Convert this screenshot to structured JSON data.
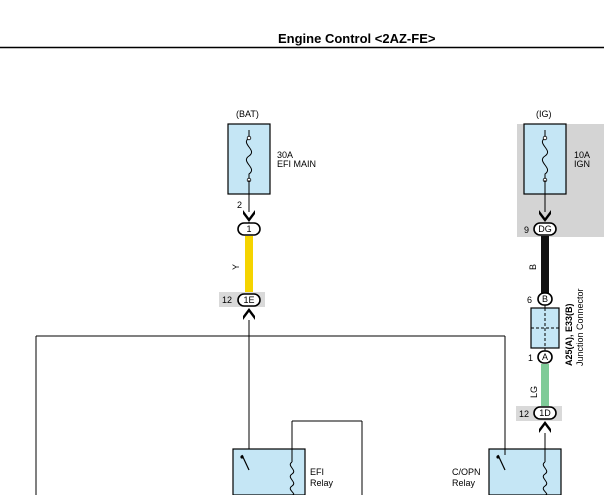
{
  "title": "Engine Control <2AZ-FE>",
  "colors": {
    "fuse_fill": "#c5e6f5",
    "shade": "#d4d4d4",
    "wire_yellow": "#f5d400",
    "wire_black": "#111111",
    "wire_lightgreen": "#7fcb98",
    "terminal_fill": "#d9d9d9",
    "line": "#000000"
  },
  "fuses": {
    "main": {
      "source": "(BAT)",
      "rating": "30A",
      "name": "EFI MAIN",
      "icon": "fuse-icon"
    },
    "ign": {
      "source": "(IG)",
      "rating": "10A",
      "name": "IGN",
      "icon": "fuse-icon"
    }
  },
  "pins": {
    "efi_main_out": "2",
    "conn_1_pin": "1",
    "conn_1e_pin": "12",
    "conn_1e": "1E",
    "ign_out_pin": "9",
    "conn_dg": "DG",
    "conn_b_pin": "6",
    "conn_b": "B",
    "conn_a_pin": "1",
    "conn_a": "A",
    "conn_1d_pin": "12",
    "conn_1d": "1D"
  },
  "wires": {
    "left_color": "Y",
    "right_top_color": "B",
    "right_bottom_color": "LG"
  },
  "junction": {
    "code": "A25(A), E33(B)",
    "name": "Junction Connector"
  },
  "relays": {
    "efi": {
      "name": "EFI",
      "suffix": "Relay",
      "icon": "relay-coil-icon"
    },
    "copn": {
      "name": "C/OPN",
      "suffix": "Relay",
      "icon": "relay-coil-icon"
    }
  }
}
